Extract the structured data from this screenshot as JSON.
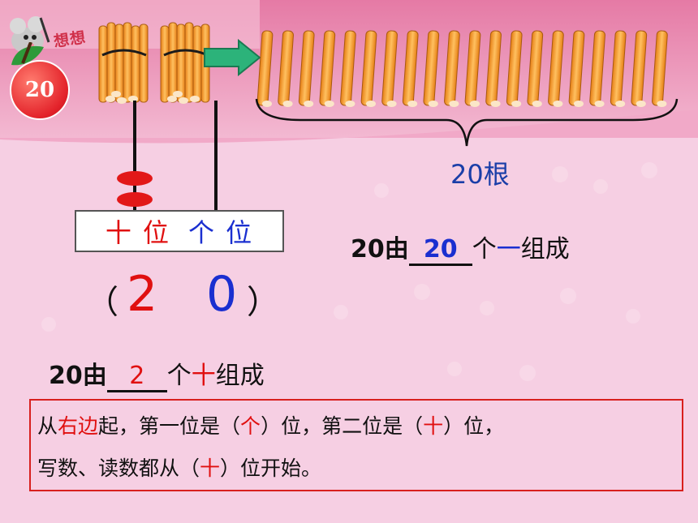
{
  "header": {
    "title": "想想",
    "badge": "20"
  },
  "bundle_label": "20根",
  "place_value": {
    "tens_label": "十 位",
    "ones_label": "个 位"
  },
  "number_display": {
    "open_paren": "（",
    "tens_digit": "2",
    "ones_digit": "0",
    "close_paren": "）"
  },
  "sentence_ones": {
    "prefix": "20由",
    "blank_value": "20",
    "suffix_unit": "个",
    "unit_word": "一",
    "suffix_end": "组成"
  },
  "sentence_tens": {
    "prefix": "20由",
    "blank_value": "2",
    "suffix_unit": "个",
    "unit_word": "十",
    "suffix_end": "组成"
  },
  "rule": {
    "line1": {
      "a": "从",
      "b": "右边",
      "c": "起，第一位是（",
      "d": "个",
      "e": "）位，第二位是（",
      "f": "十",
      "g": "）位，"
    },
    "line2": {
      "a": "写数、读数都从（",
      "b": "十",
      "c": "）位开始。"
    }
  },
  "colors": {
    "accent_red": "#e01010",
    "accent_blue": "#1a2fd0",
    "stick": "#f29a2e",
    "arrow": "#2cb37a"
  }
}
